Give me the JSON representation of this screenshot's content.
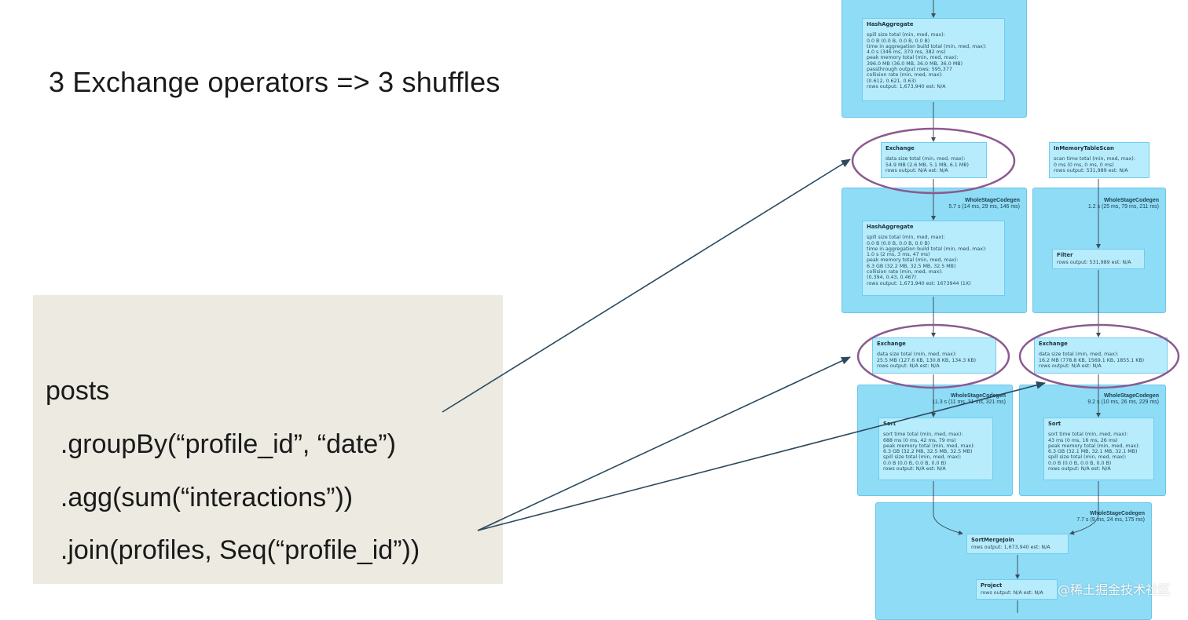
{
  "headline": "3 Exchange operators => 3 shuffles",
  "code": {
    "lines": [
      "posts",
      "  .groupBy(“profile_id”, “date”)",
      "  .agg(sum(“interactions”))",
      "  .join(profiles, Seq(“profile_id”))"
    ]
  },
  "plan": {
    "stages": [
      {
        "title": "",
        "sub": ""
      },
      {
        "title": "WholeStageCodegen",
        "sub": "5.7 s (14 ms, 29 ms, 146 ms)"
      },
      {
        "title": "WholeStageCodegen",
        "sub": "1.2 s (25 ms, 79 ms, 211 ms)"
      },
      {
        "title": "WholeStageCodegen",
        "sub": "11.3 s (11 ms, 31 ms, 321 ms)"
      },
      {
        "title": "WholeStageCodegen",
        "sub": "9.2 s (10 ms, 26 ms, 229 ms)"
      },
      {
        "title": "WholeStageCodegen",
        "sub": "7.7 s (9 ms, 24 ms, 175 ms)"
      }
    ],
    "operators": [
      {
        "name": "HashAggregate",
        "metrics": [
          "spill size total (min, med, max):",
          "0.0 B (0.0 B, 0.0 B, 0.0 B)",
          "time in aggregation build total (min, med, max):",
          "4.0 s (346 ms, 370 ms, 382 ms)",
          "peak memory total (min, med, max):",
          "396.0 MB (36.0 MB, 36.0 MB, 36.0 MB)",
          "passthrough output rows: 595,377",
          "collision rate (min, med, max):",
          "(0.612, 0.621, 0.63)",
          "rows output: 1,673,940 est: N/A"
        ]
      },
      {
        "name": "Exchange",
        "metrics": [
          "data size total (min, med, max):",
          "54.9 MB (2.6 MB, 5.1 MB, 6.1 MB)",
          "rows output: N/A est: N/A"
        ]
      },
      {
        "name": "InMemoryTableScan",
        "metrics": [
          "scan time total (min, med, max):",
          "0 ms (0 ms, 0 ms, 0 ms)",
          "rows output: 531,989 est: N/A"
        ]
      },
      {
        "name": "HashAggregate",
        "metrics": [
          "spill size total (min, med, max):",
          "0.0 B (0.0 B, 0.0 B, 0.0 B)",
          "time in aggregation build total (min, med, max):",
          "1.0 s (2 ms, 3 ms, 47 ms)",
          "peak memory total (min, med, max):",
          "6.3 GB (32.2 MB, 32.5 MB, 32.5 MB)",
          "collision rate (min, med, max):",
          "(0.394, 0.43, 0.467)",
          "rows output: 1,673,940 est: 1673944 (1X)"
        ]
      },
      {
        "name": "Filter",
        "metrics": [
          "rows output: 531,989 est: N/A"
        ]
      },
      {
        "name": "Exchange",
        "metrics": [
          "data size total (min, med, max):",
          "25.5 MB (127.6 KB, 130.8 KB, 134.3 KB)",
          "rows output: N/A est: N/A"
        ]
      },
      {
        "name": "Exchange",
        "metrics": [
          "data size total (min, med, max):",
          "16.2 MB (778.8 KB, 1569.1 KB, 1855.1 KB)",
          "rows output: N/A est: N/A"
        ]
      },
      {
        "name": "Sort",
        "metrics": [
          "sort time total (min, med, max):",
          "688 ms (0 ms, 42 ms, 79 ms)",
          "peak memory total (min, med, max):",
          "6.3 GB (32.2 MB, 32.5 MB, 32.5 MB)",
          "spill size total (min, med, max):",
          "0.0 B (0.0 B, 0.0 B, 0.0 B)",
          "rows output: N/A est: N/A"
        ]
      },
      {
        "name": "Sort",
        "metrics": [
          "sort time total (min, med, max):",
          "43 ms (0 ms, 16 ms, 26 ms)",
          "peak memory total (min, med, max):",
          "6.3 GB (32.1 MB, 32.1 MB, 32.1 MB)",
          "spill size total (min, med, max):",
          "0.0 B (0.0 B, 0.0 B, 0.0 B)",
          "rows output: N/A est: N/A"
        ]
      },
      {
        "name": "SortMergeJoin",
        "metrics": [
          "rows output: 1,673,940 est: N/A"
        ]
      },
      {
        "name": "Project",
        "metrics": [
          "rows output: N/A est: N/A"
        ]
      }
    ]
  },
  "watermark": "@稀土掘金技术社区",
  "colors": {
    "stage": "#8fdcf6",
    "operator": "#b7ecfc",
    "highlight": "#8b5a8f",
    "arrow": "#2b4a5e"
  }
}
